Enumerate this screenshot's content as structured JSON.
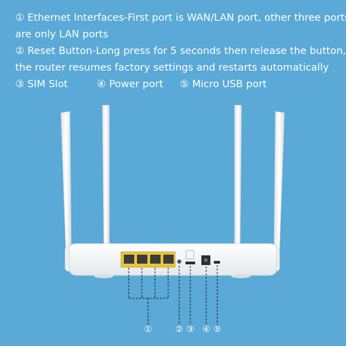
{
  "description": {
    "line1": "① Ethernet Interfaces-First port is WAN/LAN port, other three ports",
    "line2": "are only LAN ports",
    "line3": "② Reset Button-Long press for 5 seconds then release the button,",
    "line4": "the router resumes factory settings and restarts automatically",
    "legend": {
      "sim": "③ SIM Slot",
      "power": "④ Power port",
      "usb": "⑤ Micro USB port"
    }
  },
  "callouts": {
    "ethernet": "①",
    "reset": "②",
    "sim": "③",
    "power": "④",
    "usb": "⑤"
  },
  "colors": {
    "background": "#5aa9d6",
    "router_body": "#f4f6f8",
    "ethernet_port": "#e8c53a",
    "callout_line": "#1e1e1e"
  }
}
